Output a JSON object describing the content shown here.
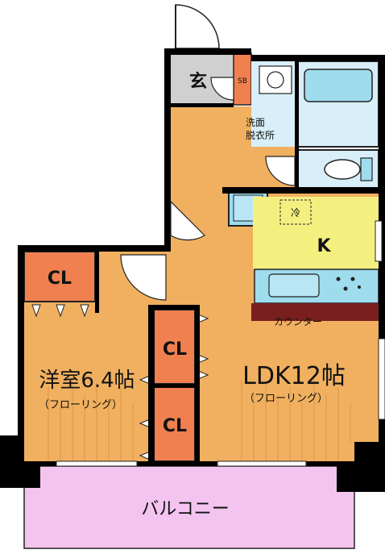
{
  "rooms": {
    "entrance": "玄",
    "shoe_box": "SB",
    "washroom_line1": "洗面",
    "washroom_line2": "脱衣所",
    "kitchen": "K",
    "fridge": "冷",
    "counter": "カウンター",
    "closet_western": "CL",
    "closet_middle_upper": "CL",
    "closet_middle_lower": "CL",
    "western_room": "洋室6.4帖",
    "western_floor": "（フローリング）",
    "ldk": "LDK12帖",
    "ldk_floor": "（フローリング）",
    "balcony": "バルコニー"
  },
  "colors": {
    "floor_wood": "#F0B060",
    "closet": "#F08050",
    "kitchen": "#F4F080",
    "wet_area": "#D8EEF8",
    "entrance": "#D0D0D0",
    "counter": "#7A1F1F",
    "balcony": "#F4C4F0",
    "wall": "#000000"
  }
}
